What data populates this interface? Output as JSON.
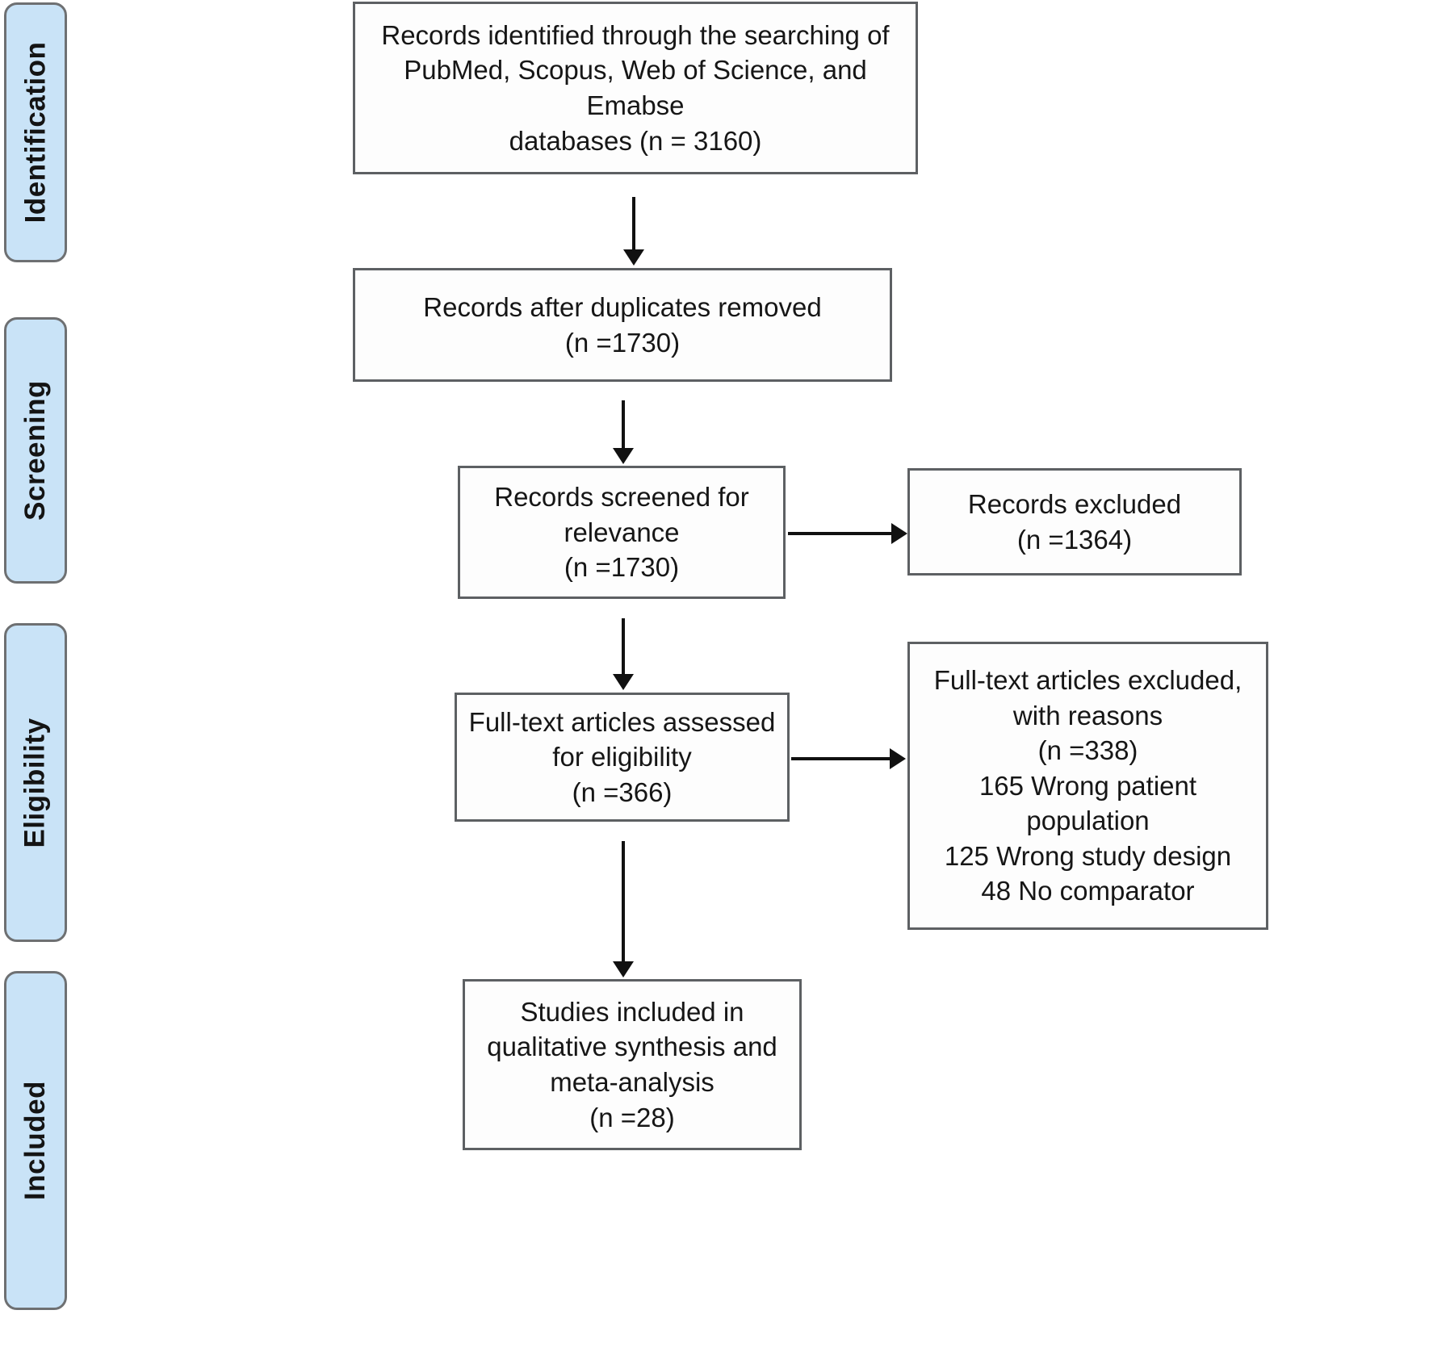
{
  "diagram": {
    "title": "PRISMA flow diagram",
    "colors": {
      "stage_fill": "#c9e3f7",
      "stage_border": "#6e7072",
      "box_fill": "#fdfdfd",
      "box_border": "#5d6063",
      "arrow": "#111111"
    }
  },
  "stages": [
    {
      "id": "identification",
      "label": "Identification"
    },
    {
      "id": "screening",
      "label": "Screening"
    },
    {
      "id": "eligibility",
      "label": "Eligibility"
    },
    {
      "id": "included",
      "label": "Included"
    }
  ],
  "boxes": {
    "identified": {
      "lines": [
        "Records identified through the searching of",
        "PubMed, Scopus, Web of Science, and Emabse",
        "databases (n = 3160)"
      ],
      "count": 3160
    },
    "duplicates_removed": {
      "lines": [
        "Records after duplicates removed",
        "(n =1730)"
      ],
      "count": 1730
    },
    "screened": {
      "lines": [
        "Records screened for",
        "relevance",
        "(n =1730)"
      ],
      "count": 1730
    },
    "records_excluded": {
      "lines": [
        "Records excluded",
        "(n =1364)"
      ],
      "count": 1364
    },
    "fulltext_assessed": {
      "lines": [
        "Full-text articles assessed",
        "for eligibility",
        "(n =366)"
      ],
      "count": 366
    },
    "fulltext_excluded": {
      "lines": [
        "Full-text articles excluded,",
        "with reasons",
        "(n =338)",
        "165 Wrong patient",
        "population",
        "125 Wrong study design",
        "48 No comparator"
      ],
      "count": 338,
      "reasons": [
        {
          "n": 165,
          "reason": "Wrong patient population"
        },
        {
          "n": 125,
          "reason": "Wrong study design"
        },
        {
          "n": 48,
          "reason": "No comparator"
        }
      ]
    },
    "studies_included": {
      "lines": [
        "Studies included in",
        "qualitative synthesis and",
        "meta-analysis",
        "(n =28)"
      ],
      "count": 28
    }
  }
}
